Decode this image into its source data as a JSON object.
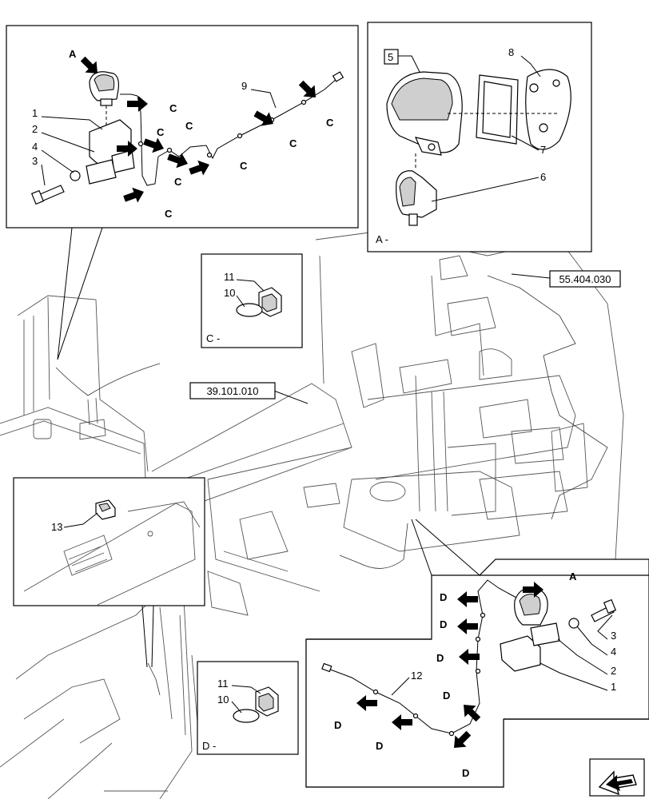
{
  "references": {
    "ref_upper": "55.404.030",
    "ref_middle": "39.101.010"
  },
  "views": {
    "view_a": "A -",
    "view_c": "C -",
    "view_d": "D -"
  },
  "arrow_letters": {
    "a": "A",
    "c": "C",
    "d": "D"
  },
  "part_numbers": {
    "p1": "1",
    "p2": "2",
    "p3": "3",
    "p4": "4",
    "p5": "5",
    "p6": "6",
    "p7": "7",
    "p8": "8",
    "p9": "9",
    "p10": "10",
    "p11": "11",
    "p12": "12",
    "p13": "13"
  },
  "icons": {
    "nav": "navigation-arrow-icon",
    "pointer": "pointer-arrow-icon"
  }
}
